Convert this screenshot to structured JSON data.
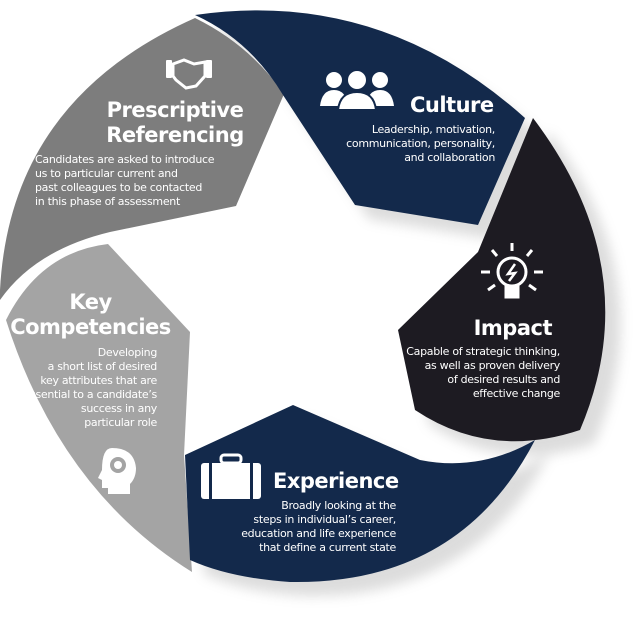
{
  "colors": {
    "navy": "#13294b",
    "dark": "#1d1b22",
    "gray": "#7d7d7d",
    "light_gray": "#a4a4a4"
  },
  "segments": [
    {
      "title": [
        "Prescriptive",
        "Referencing"
      ],
      "icon": "handshake-icon",
      "body": [
        "Candidates are asked to introduce",
        "us to particular current and",
        "past colleagues to be contacted",
        "in this phase of assessment"
      ]
    },
    {
      "title": [
        "Culture"
      ],
      "icon": "people-icon",
      "body": [
        "Leadership, motivation,",
        "communication, personality,",
        "and collaboration"
      ]
    },
    {
      "title": [
        "Impact"
      ],
      "icon": "lightbulb-icon",
      "body": [
        "Capable of strategic thinking,",
        "as well as proven delivery",
        "of desired results and",
        "effective change"
      ]
    },
    {
      "title": [
        "Experience"
      ],
      "icon": "briefcase-icon",
      "body": [
        "Broadly looking at the",
        "steps in individual’s career,",
        "education and life experience",
        "that define a current state"
      ]
    },
    {
      "title": [
        "Key",
        "Competencies"
      ],
      "icon": "head-gear-icon",
      "body": [
        "Developing",
        "a short list of desired",
        "key attributes that are",
        "essential to a candidate’s",
        "success in any",
        "particular role"
      ]
    }
  ]
}
